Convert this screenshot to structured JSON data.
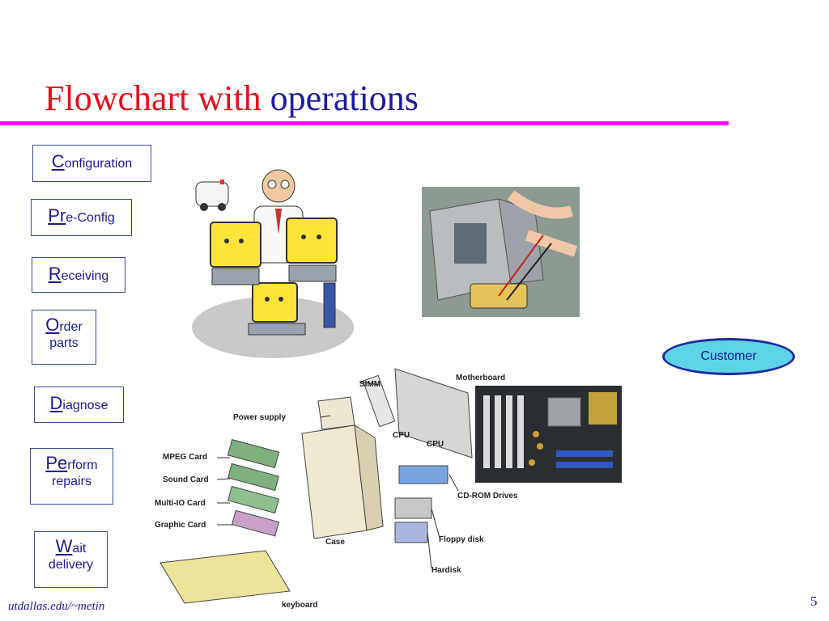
{
  "title": {
    "part1": "Flowchart with",
    "part2": "operations"
  },
  "steps": [
    {
      "lead": "C",
      "rest": "onfiguration",
      "line2": ""
    },
    {
      "lead": "Pr",
      "rest": "e-Config",
      "line2": ""
    },
    {
      "lead": "R",
      "rest": "eceiving",
      "line2": ""
    },
    {
      "lead": "O",
      "rest": "rder",
      "line2": "parts"
    },
    {
      "lead": "D",
      "rest": "iagnose",
      "line2": ""
    },
    {
      "lead": "Pe",
      "rest": "rform",
      "line2": "repairs"
    },
    {
      "lead": "W",
      "rest": "ait",
      "line2": "delivery"
    }
  ],
  "customer": "Customer",
  "diagram_labels": {
    "simm": "SIMM",
    "motherboard": "Motherboard",
    "power_supply": "Power supply",
    "cpu_small": "CPU",
    "cpu": "CPU",
    "mpeg": "MPEG Card",
    "sound": "Sound Card",
    "multi_io": "Multi-IO Card",
    "graphic": "Graphic Card",
    "cdrom": "CD-ROM Drives",
    "case": "Case",
    "floppy": "Floppy disk",
    "hardisk": "Hardisk",
    "keyboard": "keyboard"
  },
  "footer": {
    "url": "utdallas.edu/~metin",
    "page": "5"
  },
  "colors": {
    "title_red": "#e60f1a",
    "title_blue": "#1d1b9e",
    "rule": "#ff00ff",
    "customer_fill": "#5ed3e6"
  }
}
